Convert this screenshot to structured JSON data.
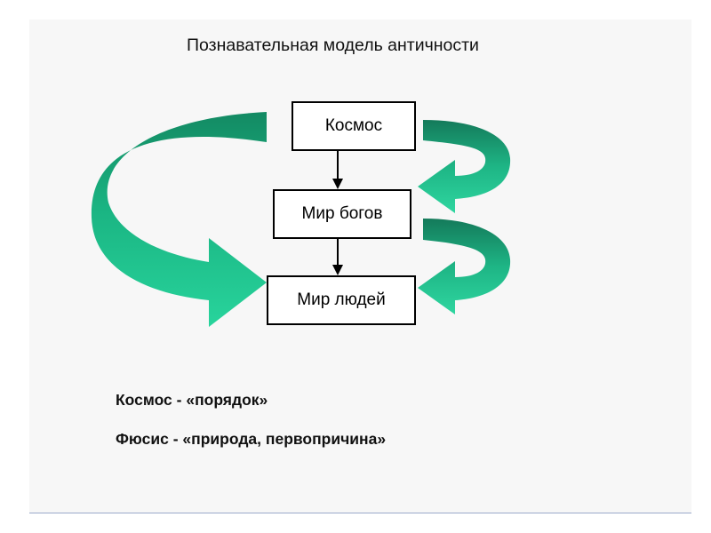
{
  "title": "Познавательная модель античности",
  "boxes": {
    "kosmos": "Космос",
    "gods": "Мир богов",
    "people": "Мир людей"
  },
  "notes": [
    "Космос - «порядок»",
    "Фюсис - «природа, первопричина»"
  ],
  "colors": {
    "arrow_fill": "#20c08e",
    "arrow_shade": "#138a63",
    "slide_background": "#f7f7f7"
  }
}
